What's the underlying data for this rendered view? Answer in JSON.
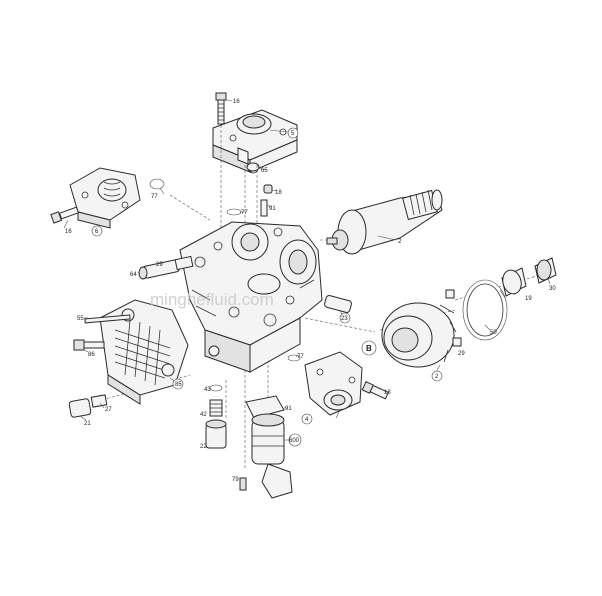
{
  "watermark": "minghefluid.com",
  "callouts": {
    "c16a": "16",
    "c5": "5",
    "c65": "65",
    "c18": "18",
    "c91a": "91",
    "c77a": "77",
    "c77b": "77",
    "c6": "6",
    "c16b": "16",
    "c2": "2",
    "c64": "64",
    "c29a": "29",
    "c23": "23",
    "c19": "19",
    "c30": "30",
    "c50": "50",
    "c29b": "29",
    "c55": "55",
    "c86": "86",
    "c85": "85",
    "c27": "27",
    "c21": "21",
    "c43": "43",
    "c42": "42",
    "c22": "22",
    "c79": "79",
    "c91b": "91",
    "c600": "600",
    "c77c": "77",
    "c18b": "18",
    "c4": "4",
    "c2b": "2",
    "cB": "B"
  }
}
